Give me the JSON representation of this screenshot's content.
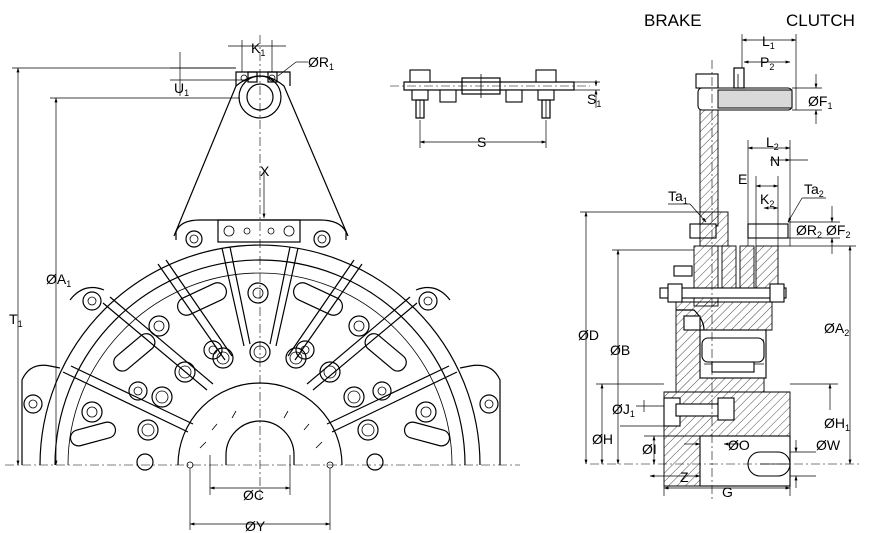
{
  "headers": {
    "brake": "BRAKE",
    "clutch": "CLUTCH"
  },
  "front_view": {
    "K1": "K",
    "R1": "ØR",
    "U1": "U",
    "A1": "ØA",
    "T1": "T",
    "X": "X",
    "C": "ØC",
    "Y": "ØY"
  },
  "top_view": {
    "S": "S",
    "S1": "S"
  },
  "section_view": {
    "L1": "L",
    "P2": "P",
    "F1": "ØF",
    "L2": "L",
    "N": "N",
    "E": "E",
    "K2": "K",
    "Ta1": "Ta",
    "Ta2": "Ta",
    "R2": "ØR",
    "F2": "ØF",
    "D": "ØD",
    "B": "ØB",
    "A2": "ØA",
    "J1": "ØJ",
    "H": "ØH",
    "I": "ØI",
    "O": "ØO",
    "H1": "ØH",
    "W": "ØW",
    "Z": "Z",
    "G": "G"
  },
  "subscripts": {
    "one": "1",
    "two": "2"
  }
}
